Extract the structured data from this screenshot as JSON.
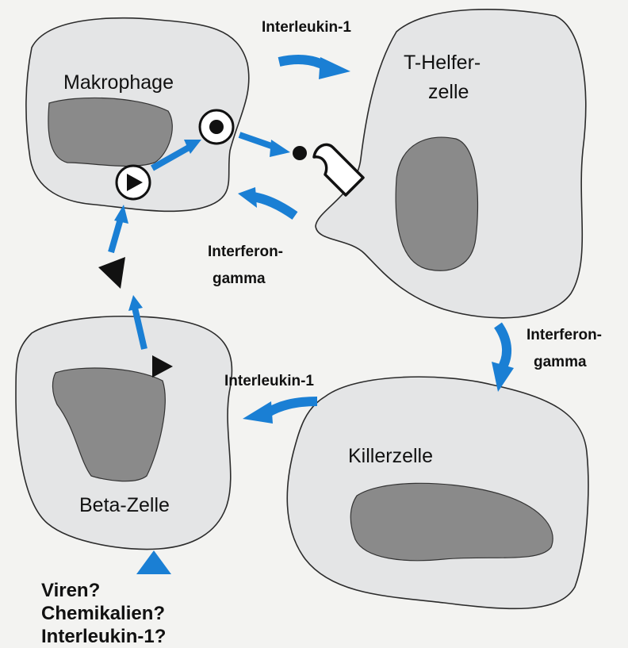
{
  "cells": {
    "macrophage": "Makrophage",
    "t_helper_line1": "T-Helfer-",
    "t_helper_line2": "zelle",
    "beta": "Beta-Zelle",
    "killer": "Killerzelle"
  },
  "signals": {
    "il1_top": "Interleukin-1",
    "ifn_left_line1": "Interferon-",
    "ifn_left_line2": "gamma",
    "ifn_right_line1": "Interferon-",
    "ifn_right_line2": "gamma",
    "il1_middle": "Interleukin-1"
  },
  "triggers": [
    "Viren?",
    "Chemikalien?",
    "Interleukin-1?"
  ],
  "colors": {
    "arrow": "#1a7fd4",
    "cell_fill": "#e4e5e6",
    "nucleus_fill": "#8a8a8a"
  }
}
